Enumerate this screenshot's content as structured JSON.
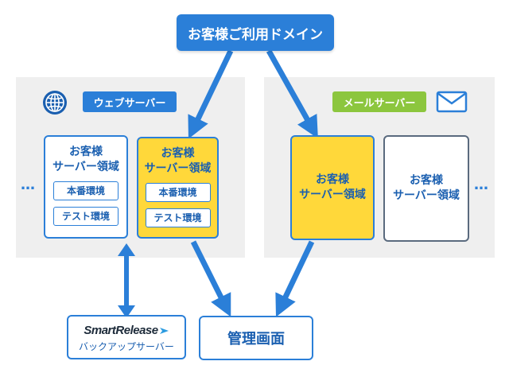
{
  "top_domain_label": "お客様ご利用ドメイン",
  "web_server": {
    "tag": "ウェブサーバー",
    "card_left": {
      "line1": "お客様",
      "line2": "サーバー領域",
      "btn1": "本番環境",
      "btn2": "テスト環境"
    },
    "card_right": {
      "line1": "お客様",
      "line2": "サーバー領域",
      "btn1": "本番環境",
      "btn2": "テスト環境"
    }
  },
  "mail_server": {
    "tag": "メールサーバー",
    "card_left": {
      "line1": "お客様",
      "line2": "サーバー領域"
    },
    "card_right": {
      "line1": "お客様",
      "line2": "サーバー領域"
    }
  },
  "ellipsis_left": "…",
  "ellipsis_right": "…",
  "smart_release": {
    "logo": "SmartRelease",
    "sub": "バックアップサーバー"
  },
  "admin_screen": "管理画面",
  "colors": {
    "blue": "#2b7fd8",
    "yellow": "#ffd83a",
    "green": "#8cc63e",
    "gray_panel": "#efefef"
  }
}
